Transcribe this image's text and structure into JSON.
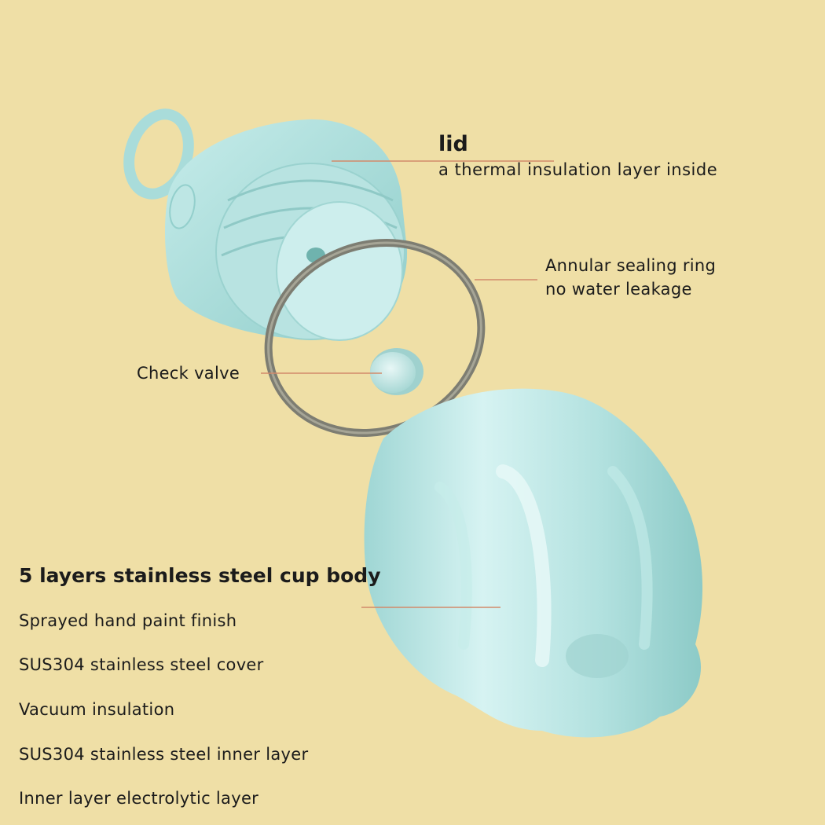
{
  "lid": {
    "title": "lid",
    "subtitle": "a thermal insulation layer inside"
  },
  "sealing_ring": {
    "title": "Annular sealing ring",
    "subtitle": "no water leakage"
  },
  "check_valve": {
    "label": "Check valve"
  },
  "cup_body": {
    "title": "5 layers stainless steel cup body",
    "layers": [
      "Sprayed hand paint finish",
      "SUS304 stainless steel cover",
      "Vacuum insulation",
      "SUS304 stainless steel inner layer",
      "Inner layer electrolytic layer"
    ]
  },
  "colors": {
    "background": "#efdfa6",
    "product": "#a9dcda",
    "ring": "#7d7d72",
    "leader_line": "#d28a6a"
  }
}
